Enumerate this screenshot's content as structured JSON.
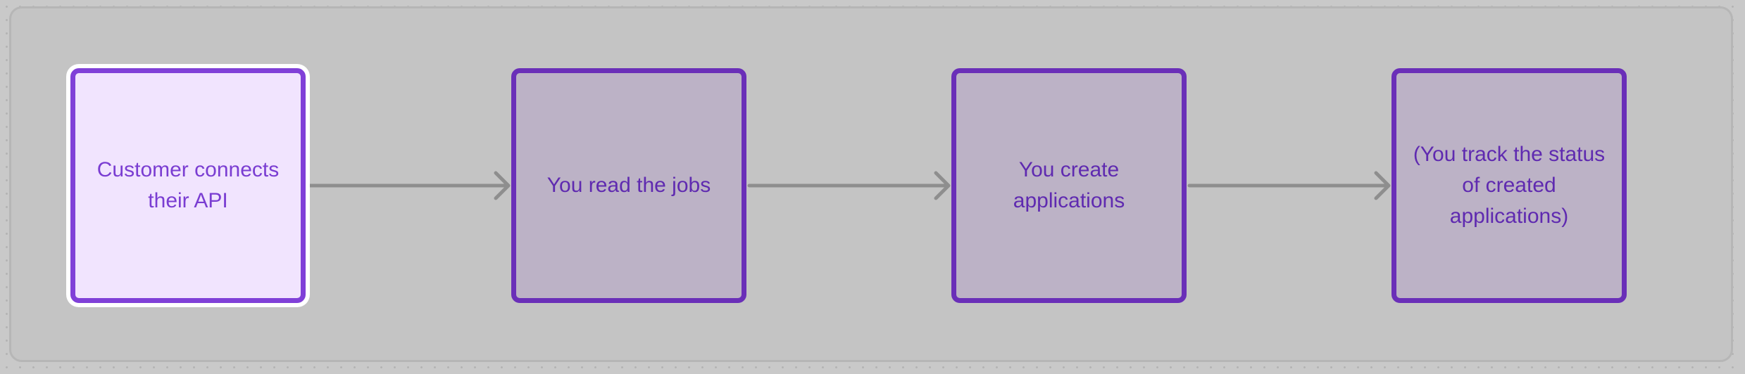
{
  "diagram": {
    "nodes": [
      {
        "id": "customer-connects-api",
        "label": "Customer connects their API",
        "selected": true
      },
      {
        "id": "read-jobs",
        "label": "You read the jobs",
        "selected": false
      },
      {
        "id": "create-applications",
        "label": "You create applications",
        "selected": false
      },
      {
        "id": "track-status",
        "label": "(You track the status of created applications)",
        "selected": false
      }
    ],
    "edges": [
      {
        "from": "customer-connects-api",
        "to": "read-jobs"
      },
      {
        "from": "read-jobs",
        "to": "create-applications"
      },
      {
        "from": "create-applications",
        "to": "track-status"
      }
    ],
    "colors": {
      "selected_fill": "#f1e4fe",
      "selected_border": "#8040d8",
      "node_fill": "#bcb2c6",
      "node_border": "#6a2fb8",
      "edge": "#8e8e8e",
      "canvas": "#c4c4c4"
    }
  }
}
